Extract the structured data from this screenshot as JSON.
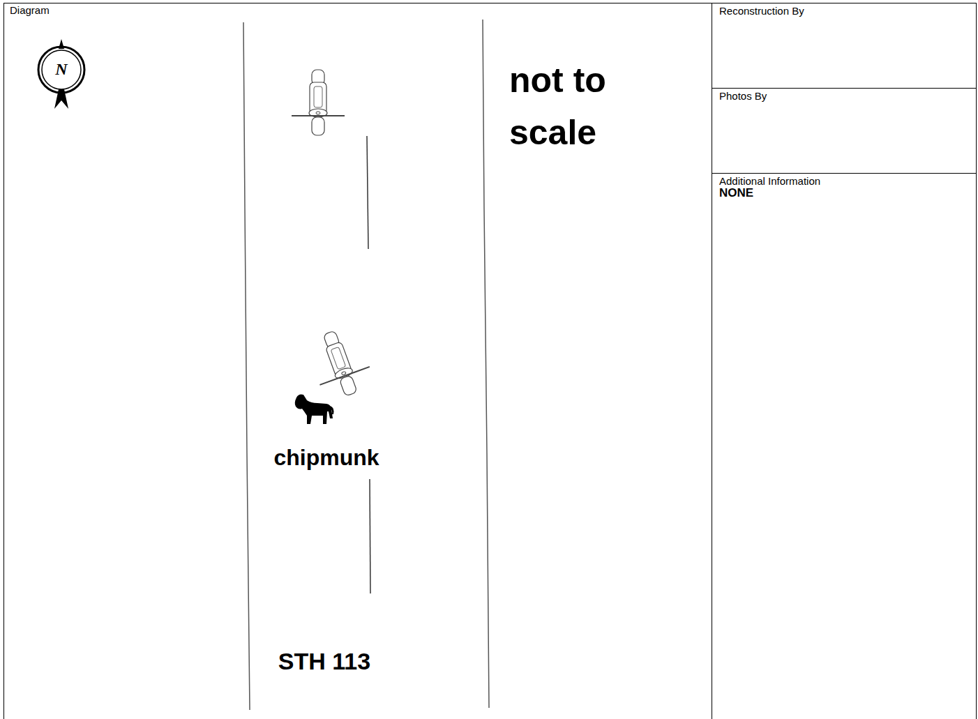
{
  "diagram": {
    "nodes": [
      {
        "text": [
          "Diagram"
        ]
      },
      {
        "text": [
          "Reconstruction By"
        ]
      },
      {
        "text": [
          "Photos By"
        ]
      },
      {
        "text": [
          "Additional Information",
          "NONE"
        ]
      }
    ],
    "labels": [
      "N",
      "not to scale",
      "chipmunk",
      "STH 113"
    ]
  }
}
